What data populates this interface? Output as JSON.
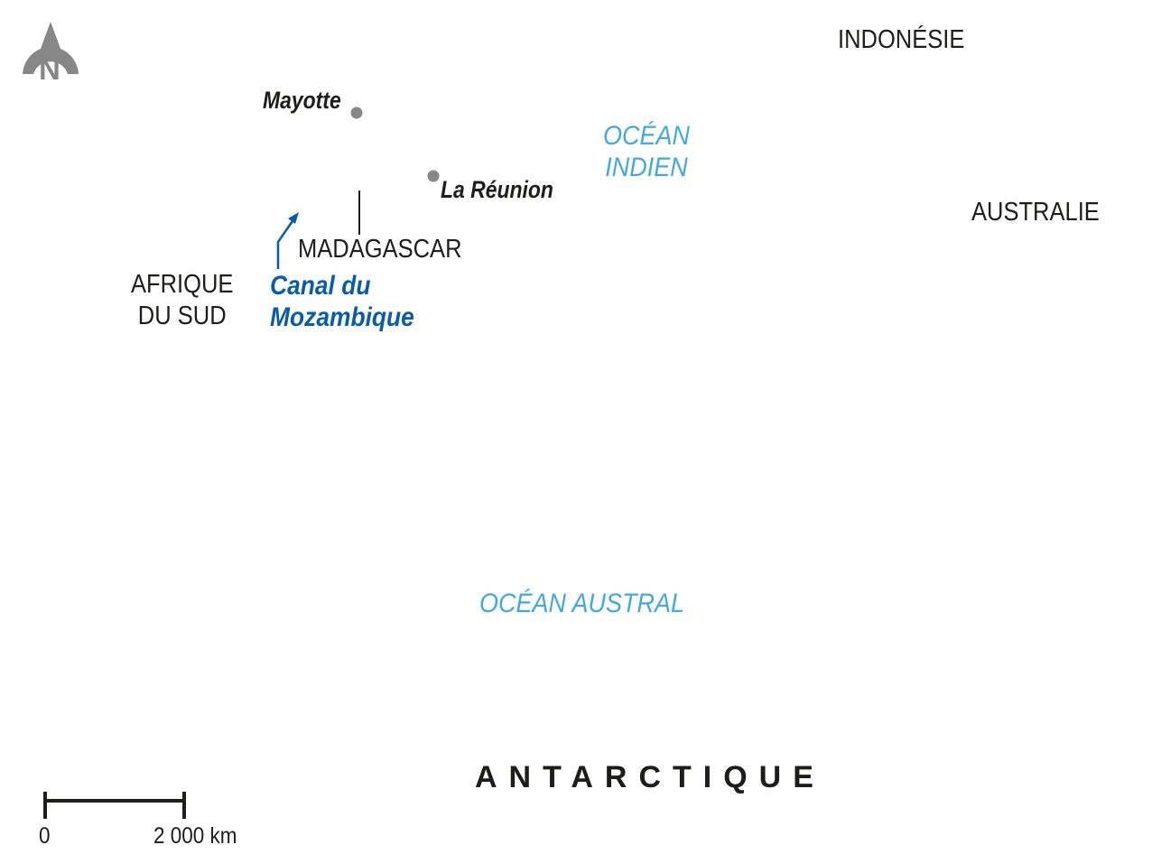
{
  "compass": {
    "label": "N"
  },
  "labels": {
    "indonesie": "INDONÉSIE",
    "australie": "AUSTRALIE",
    "madagascar": "MADAGASCAR",
    "afrique_du_sud_line1": "AFRIQUE",
    "afrique_du_sud_line2": "DU SUD",
    "antarctique": "ANTARCTIQUE"
  },
  "oceans": {
    "indien_line1": "OCÉAN",
    "indien_line2": "INDIEN",
    "austral": "OCÉAN AUSTRAL"
  },
  "islands": {
    "mayotte": "Mayotte",
    "la_reunion": "La Réunion"
  },
  "channel": {
    "line1": "Canal du",
    "line2": "Mozambique"
  },
  "scale_bar": {
    "start_label": "0",
    "end_label": "2 000 km"
  },
  "colors": {
    "ocean_text": "#44a8d9",
    "channel_text": "#0a5ca3",
    "land_text": "#1d1d1b",
    "compass": "#878787",
    "island_marker": "#878787"
  }
}
